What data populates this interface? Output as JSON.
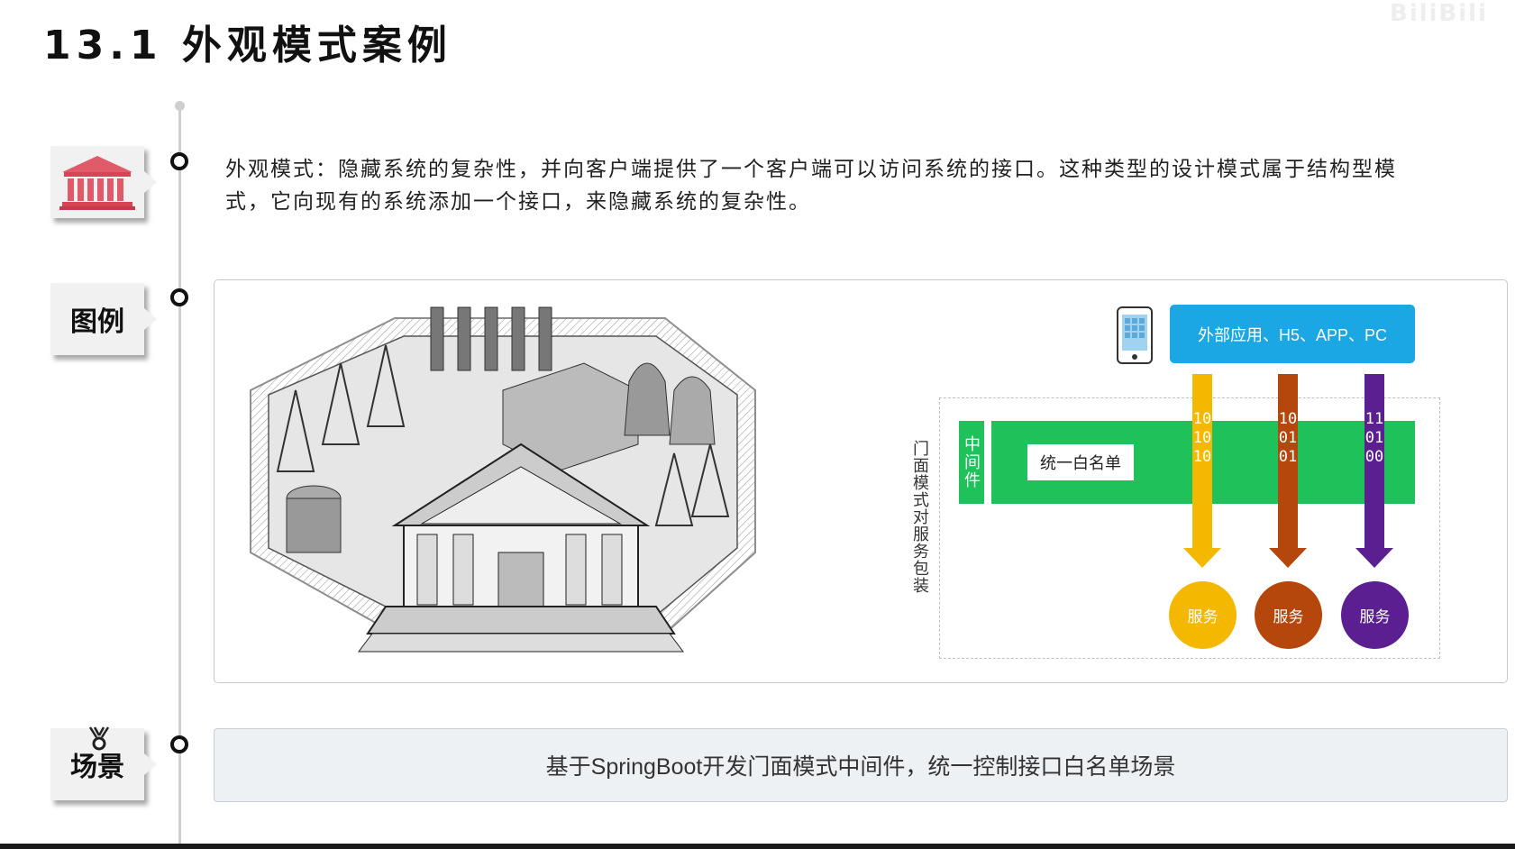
{
  "title": "13.1 外观模式案例",
  "watermark": "BiliBili",
  "definition": {
    "icon": "bank-building-icon",
    "text": "外观模式：隐藏系统的复杂性，并向客户端提供了一个客户端可以访问系统的接口。这种类型的设计模式属于结构型模式，它向现有的系统添加一个接口，来隐藏系统的复杂性。"
  },
  "illustration": {
    "label": "图例",
    "external_app": "外部应用、H5、APP、PC",
    "facade_label": "门面模式对服务包装",
    "middleware_label": "中间件",
    "whitelist_label": "统一白名单",
    "flows": [
      {
        "bits": "101010",
        "color": "#f5b800",
        "service": "服务"
      },
      {
        "bits": "100101",
        "color": "#b5460c",
        "service": "服务"
      },
      {
        "bits": "110100",
        "color": "#5b1f91",
        "service": "服务"
      }
    ]
  },
  "scenario": {
    "label": "场景",
    "text": "基于SpringBoot开发门面模式中间件，统一控制接口白名单场景"
  }
}
